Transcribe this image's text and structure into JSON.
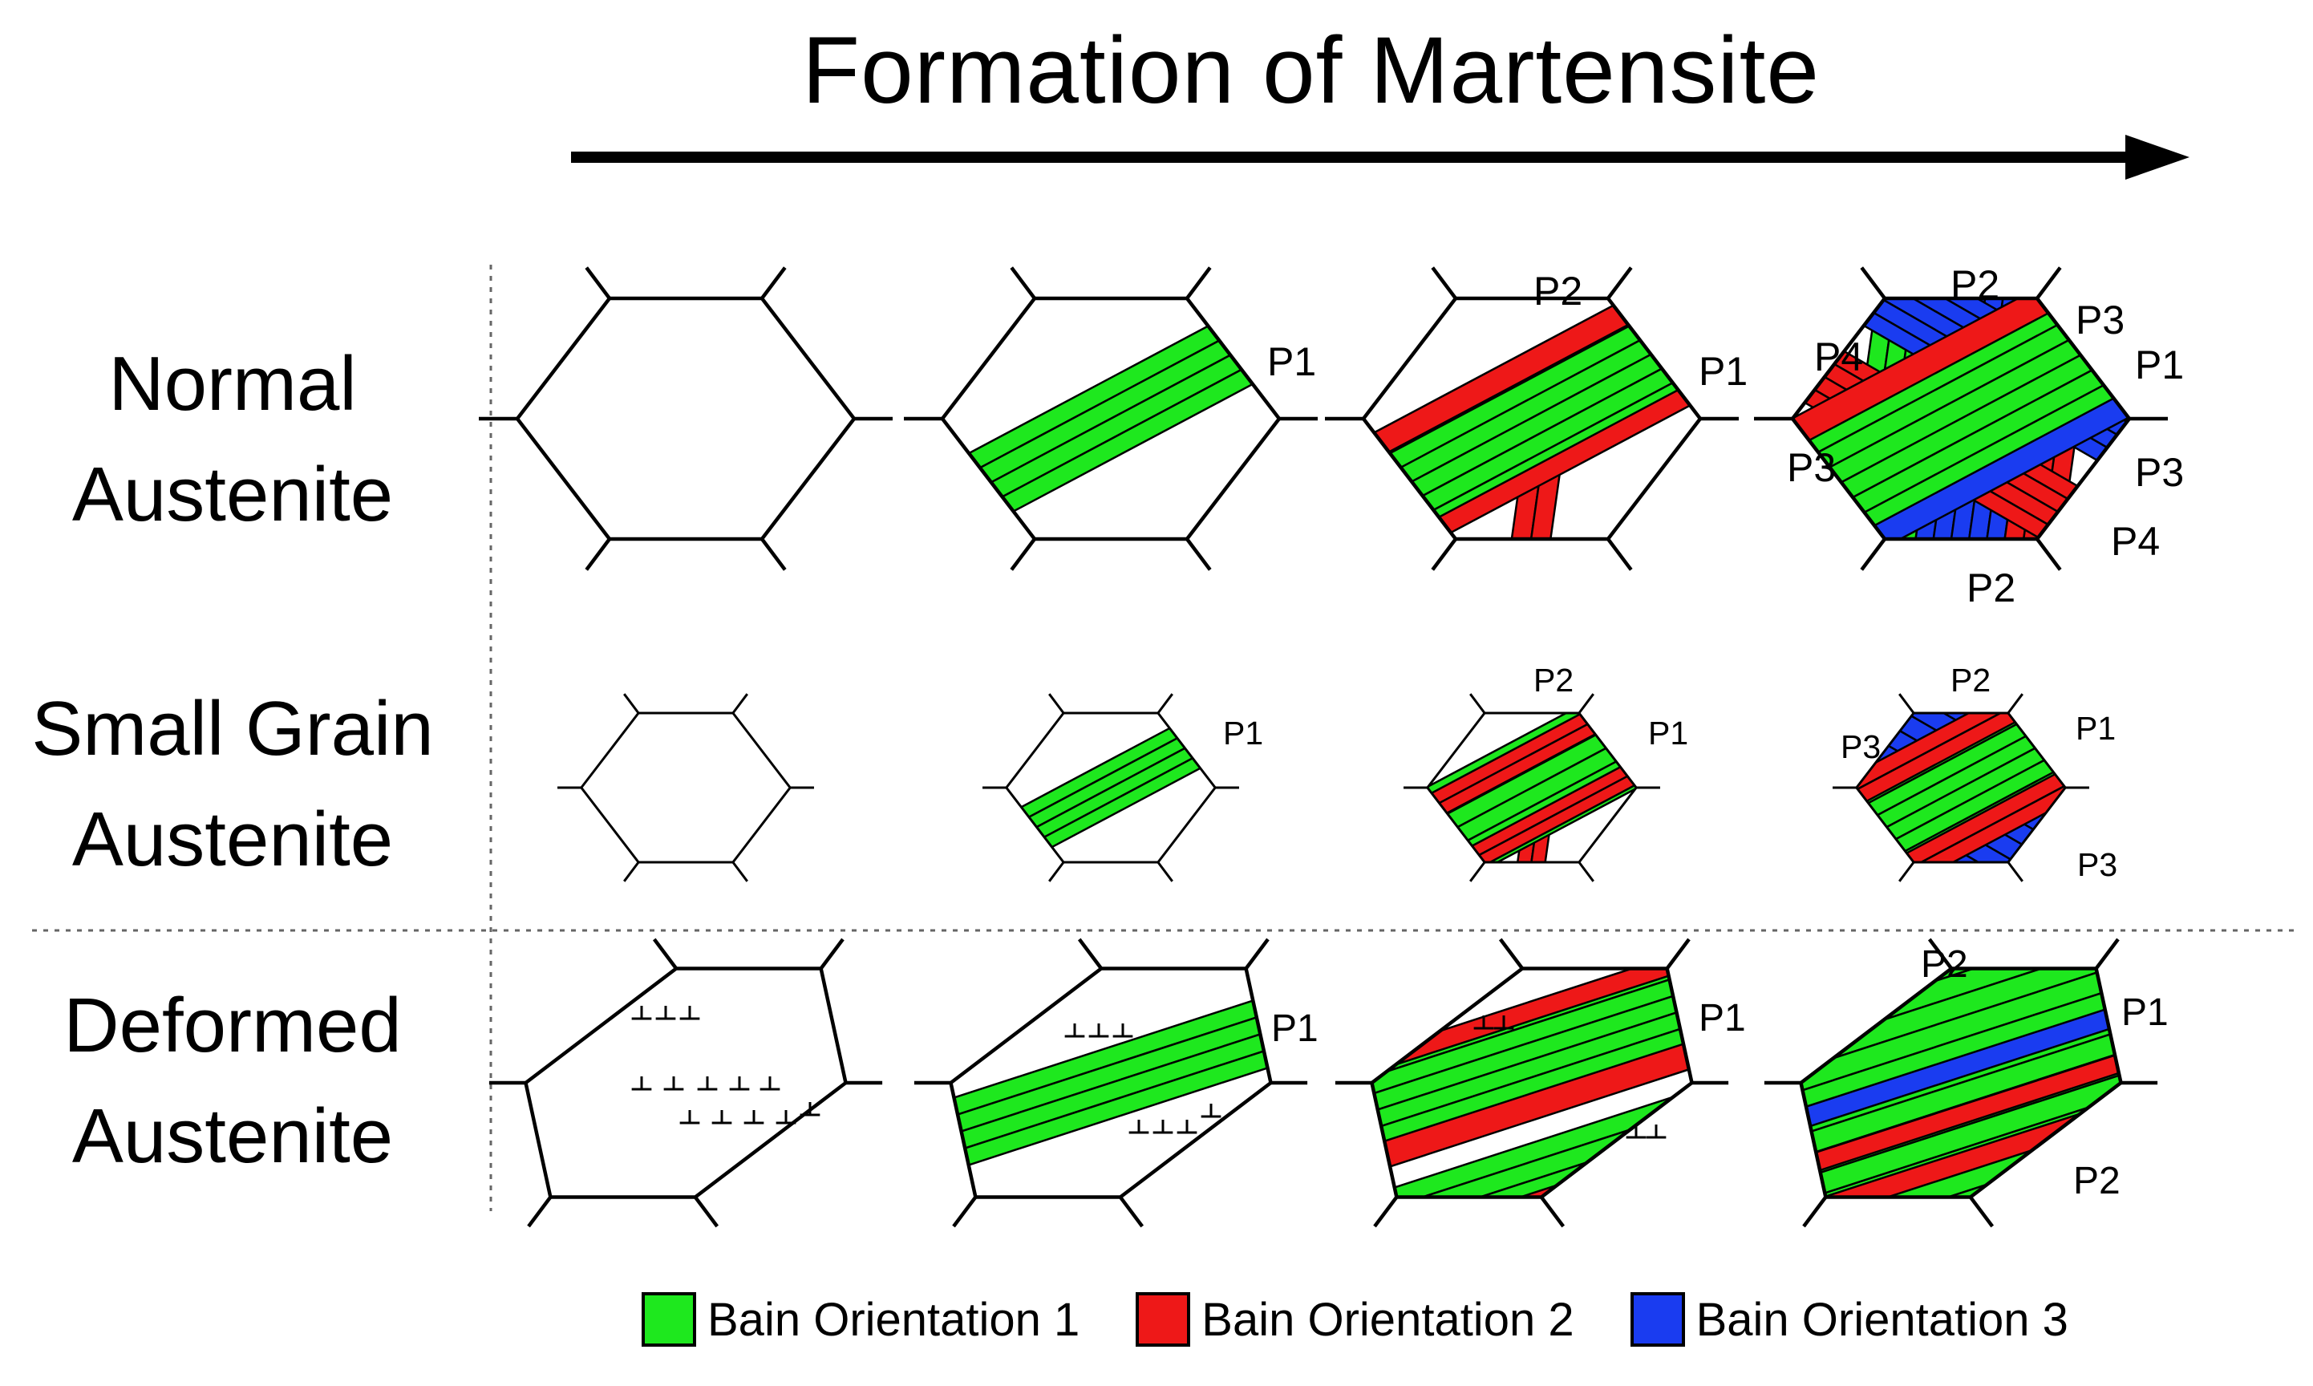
{
  "title": "Formation of Martensite",
  "rows": [
    {
      "line1": "Normal",
      "line2": "Austenite"
    },
    {
      "line1": "Small Grain",
      "line2": "Austenite"
    },
    {
      "line1": "Deformed",
      "line2": "Austenite"
    }
  ],
  "legend": [
    {
      "label": "Bain Orientation 1",
      "color": "#1ee81e"
    },
    {
      "label": "Bain Orientation 2",
      "color": "#ee1818"
    },
    {
      "label": "Bain Orientation 3",
      "color": "#1a3cf0"
    }
  ],
  "packet_labels": {
    "p1": "P1",
    "p2": "P2",
    "p3": "P3",
    "p4": "P4"
  }
}
